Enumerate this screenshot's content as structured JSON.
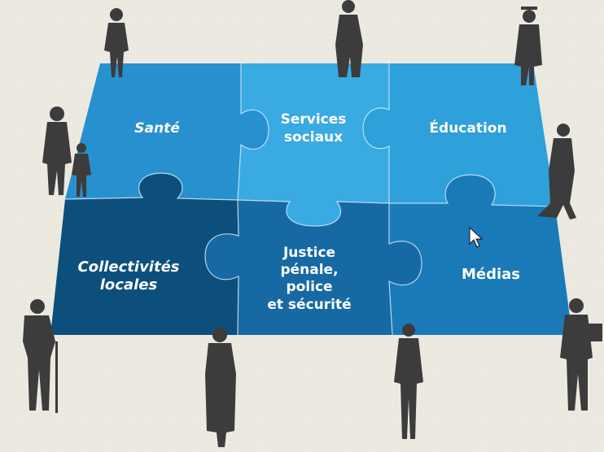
{
  "pieces": {
    "sante": "Santé",
    "services": [
      "Services",
      "sociaux"
    ],
    "education": "Éducation",
    "collectivites": [
      "Collectivités",
      "locales"
    ],
    "justice": [
      "Justice",
      "pénale,",
      "police",
      "et sécurité"
    ],
    "medias": "Médias"
  },
  "colors": {
    "background": "#ece9e1",
    "top_left": "#2791cf",
    "top_middle": "#3aaae2",
    "top_right": "#2ea0da",
    "bottom_left": "#0d4f7c",
    "bottom_middle": "#1769a4",
    "bottom_right": "#1a7ab8",
    "silhouette": "#3c3c3c"
  }
}
